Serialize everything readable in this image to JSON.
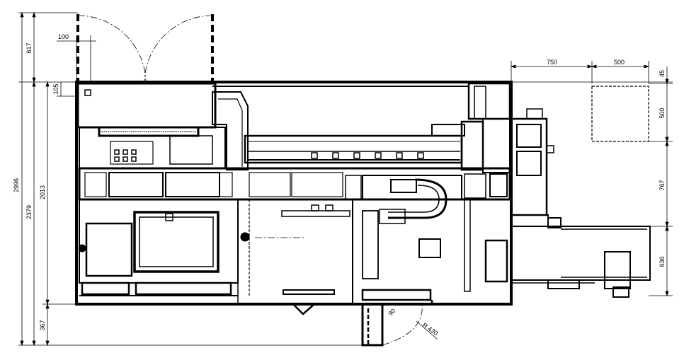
{
  "dimensions": {
    "overall_height": "2996",
    "door_swing": "617",
    "main_height": "2379",
    "cabinet_height": "2013",
    "bottom_offset": "367",
    "offset_105": "105",
    "door_gap": "100",
    "top_width_left": "750",
    "top_width_right": "500",
    "right_offset_top": "45",
    "right_box": "500",
    "right_mid": "767",
    "right_bottom": "636",
    "swing_angle": "90",
    "swing_radius": "R 430"
  }
}
